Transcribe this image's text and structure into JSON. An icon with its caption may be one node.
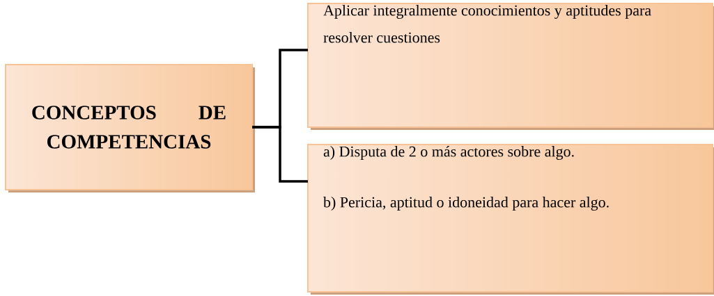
{
  "diagram": {
    "nodes": [
      {
        "text": [
          "CONCEPTOS DE COMPETENCIAS"
        ]
      },
      {
        "text": [
          "Aplicar integralmente conocimientos y aptitudes para resolver cuestiones"
        ]
      },
      {
        "text": [
          "a) Disputa de 2 o más actores sobre algo.",
          "b) Pericia, aptitud o idoneidad para hacer algo."
        ]
      }
    ],
    "edges": [
      {
        "from": 0,
        "to": 1,
        "arrow": "none"
      },
      {
        "from": 0,
        "to": 2,
        "arrow": "none"
      }
    ]
  }
}
